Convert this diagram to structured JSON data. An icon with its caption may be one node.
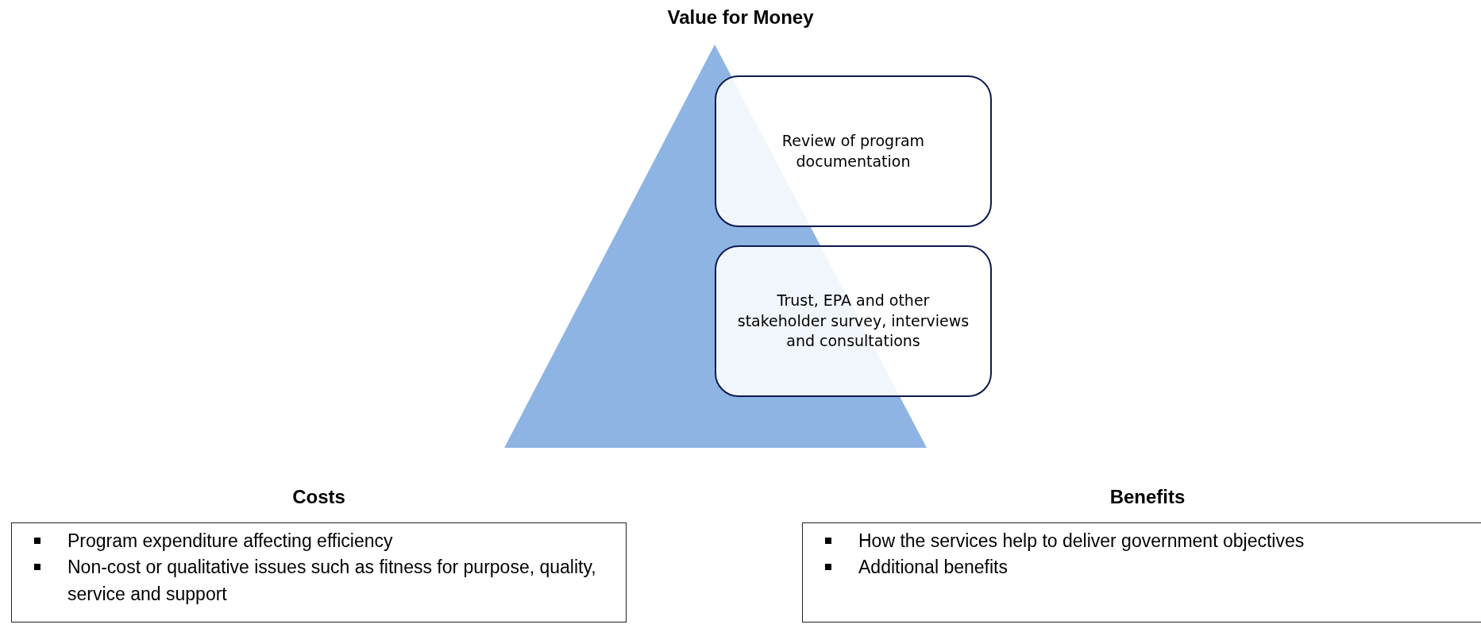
{
  "diagram": {
    "title": "Value for Money",
    "nodes": [
      {
        "text": [
          "Review of program documentation"
        ]
      },
      {
        "text": [
          "Trust, EPA and other stakeholder survey, interviews and consultations"
        ]
      },
      {
        "text": [
          "Costs",
          "Program expenditure affecting efficiency",
          "Non-cost or qualitative issues such as fitness for purpose, quality, service and support"
        ]
      },
      {
        "text": [
          "Benefits",
          "How the services help to deliver government objectives",
          "Additional benefits"
        ]
      }
    ]
  }
}
